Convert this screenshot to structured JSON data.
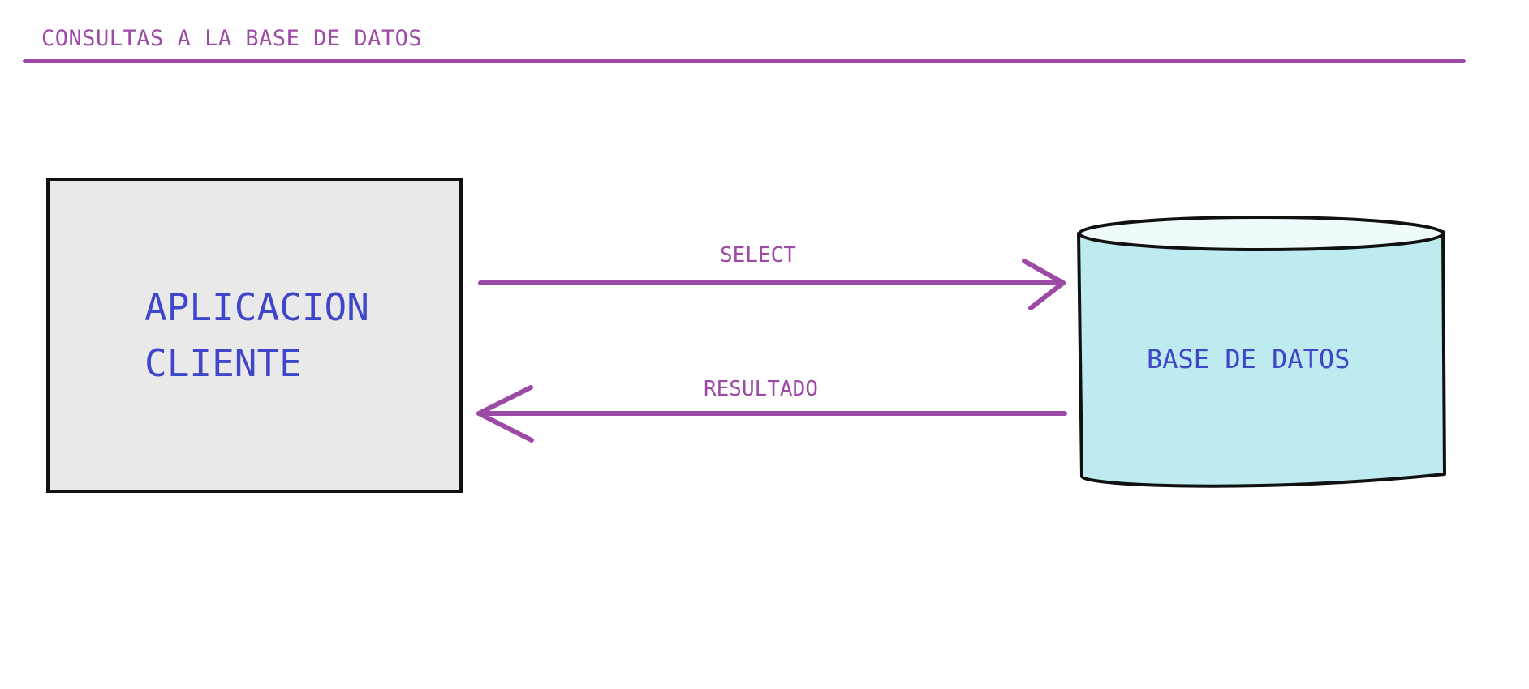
{
  "header": {
    "title": "CONSULTAS A LA BASE DE DATOS"
  },
  "client": {
    "line1": "APLICACION",
    "line2": "CLIENTE"
  },
  "database": {
    "label": "BASE DE DATOS"
  },
  "arrows": {
    "request_label": "SELECT",
    "response_label": "RESULTADO"
  },
  "colors": {
    "accent": "#9c4aa6",
    "text_blue": "#3f46c9",
    "client_fill": "#e9e9e9",
    "db_fill": "#bdebf0",
    "db_top_fill": "#eefafb",
    "outline": "#111111"
  }
}
